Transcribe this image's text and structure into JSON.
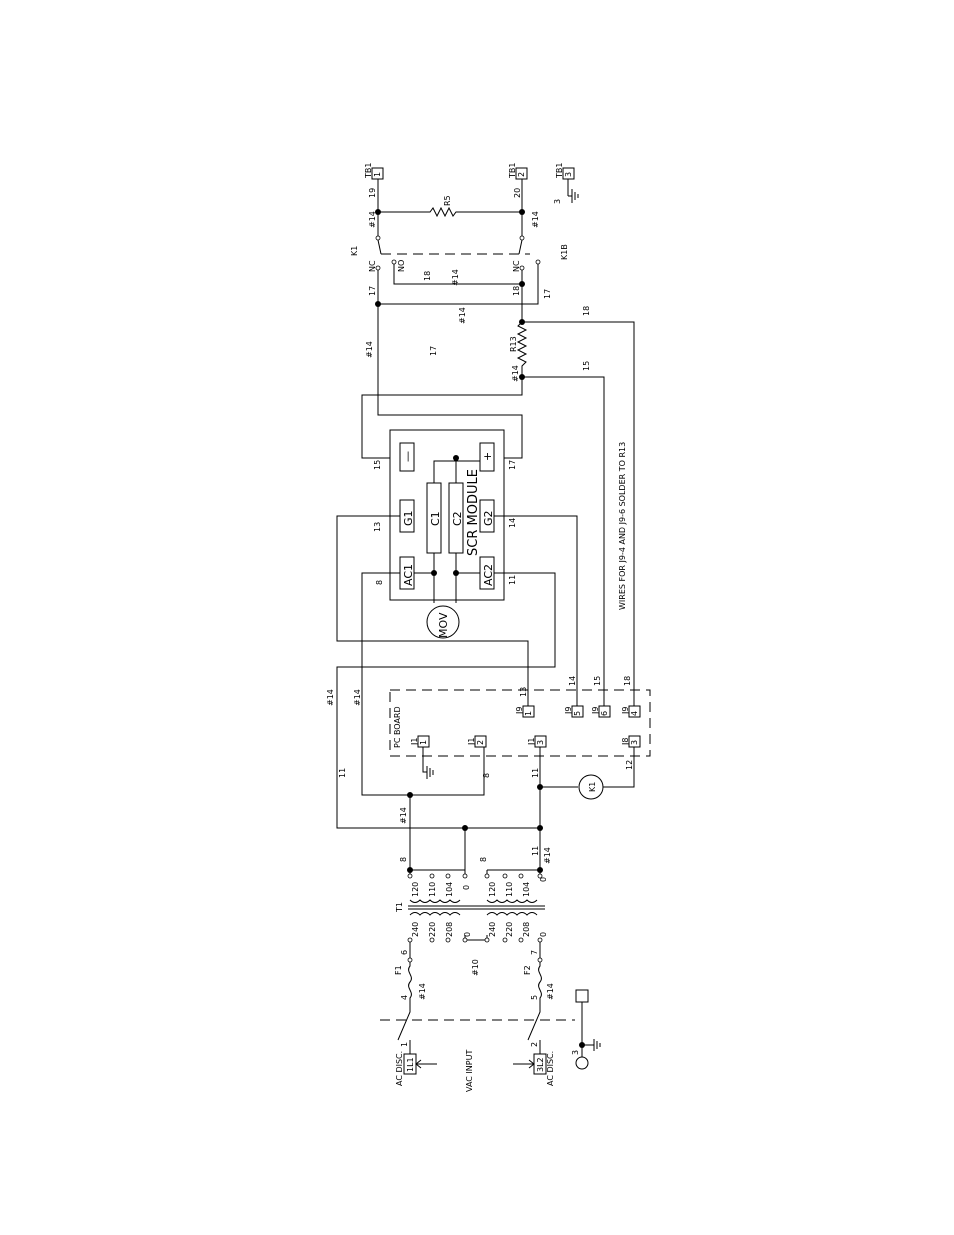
{
  "title_block": {
    "scr_module": "SCR MODULE",
    "pc_board": "PC BOARD",
    "vac_input": "VAC INPUT",
    "ac_disc_1": "AC DISC.",
    "ac_disc_2": "AC DISC.",
    "note": "WIRES FOR J9-4 AND J9-6 SOLDER TO R13"
  },
  "components": {
    "t1": "T1",
    "f1": "F1",
    "f2": "F2",
    "k1": "K1",
    "k1b": "K1B",
    "k1_coil": "K1",
    "r5": "R5",
    "r13": "R13",
    "mov": "MOV",
    "c1": "C1",
    "c2": "C2",
    "g1": "G1",
    "g2": "G2",
    "ac1": "AC1",
    "ac2": "AC2",
    "plus": "+",
    "minus": "—",
    "nc1": "NC",
    "nc2": "NC",
    "no": "NO"
  },
  "terminals": {
    "tb1_1_name": "TB1",
    "tb1_1_num": "1",
    "tb1_2_name": "TB1",
    "tb1_2_num": "2",
    "tb1_3_name": "TB1",
    "tb1_3_num": "3",
    "l1_box": "1L1",
    "l2_box": "3L2",
    "j1_1_name": "J1",
    "j1_1_num": "1",
    "j1_2_name": "J1",
    "j1_2_num": "2",
    "j1_3_name": "J1",
    "j1_3_num": "3",
    "j8_name": "J8",
    "j8_num": "3",
    "j9_1_name": "J9",
    "j9_1_num": "1",
    "j9_5_name": "J9",
    "j9_5_num": "5",
    "j9_6_name": "J9",
    "j9_6_num": "6",
    "j9_4_name": "J9",
    "j9_4_num": "4"
  },
  "taps": {
    "pri_a": [
      "240",
      "220",
      "208"
    ],
    "pri_b": [
      "240",
      "220",
      "208",
      "0"
    ],
    "pri_a0": "0",
    "sec_a": [
      "120",
      "110",
      "104",
      "0"
    ],
    "sec_b": [
      "120",
      "110",
      "104",
      "0"
    ]
  },
  "wires": {
    "w19": "19",
    "w20": "20",
    "w17a": "17",
    "w18a": "18",
    "w18b": "18",
    "w17b": "17",
    "w17c": "17",
    "w18c": "18",
    "w15a": "15",
    "w15b": "15",
    "w17d": "17",
    "w13a": "13",
    "w14a": "14",
    "w8a": "8",
    "w11a": "11",
    "w13b": "13",
    "w14b": "14",
    "w15c": "15",
    "w18d": "18",
    "w11b": "11",
    "w8b": "8",
    "w11c": "11",
    "w12": "12",
    "w8c": "8",
    "w8d": "8",
    "w11d": "11",
    "w6": "6",
    "w7": "7",
    "w4": "4",
    "w5": "5",
    "w1": "1",
    "w2": "2",
    "w3a": "3",
    "w3b": "3"
  },
  "gauges": {
    "g1": "#14",
    "g2": "#14",
    "g3": "#14",
    "g4": "#14",
    "g5": "#14",
    "g6": "#14",
    "g7": "#14",
    "g8": "#14",
    "g9": "#14",
    "g10": "#14",
    "g11": "#14",
    "g12": "#10",
    "g13": "#14",
    "g14": "#14"
  }
}
